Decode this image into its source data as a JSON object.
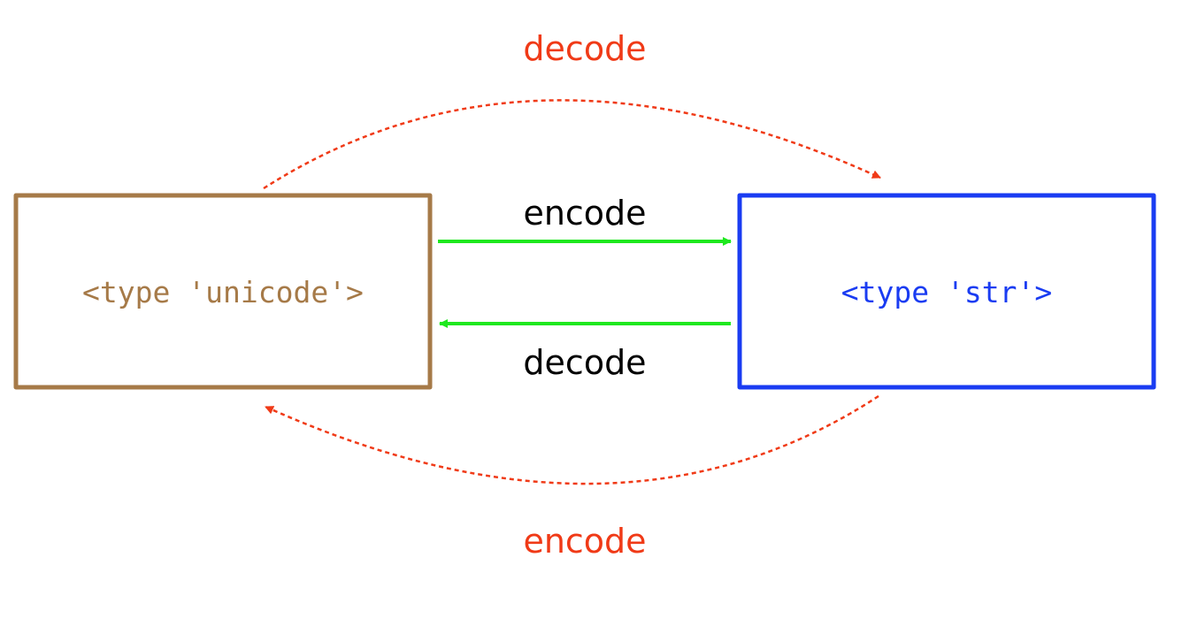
{
  "boxes": {
    "left": {
      "label": "<type 'unicode'>",
      "color": "#a67a48"
    },
    "right": {
      "label": "<type 'str'>",
      "color": "#1a3cf2"
    }
  },
  "arrows": {
    "top_green": {
      "label": "encode",
      "color": "#1ee81e"
    },
    "bottom_green": {
      "label": "decode",
      "color": "#1ee81e"
    },
    "top_dashed": {
      "label": "decode",
      "color": "#f03a17"
    },
    "bottom_dashed": {
      "label": "encode",
      "color": "#f03a17"
    }
  }
}
